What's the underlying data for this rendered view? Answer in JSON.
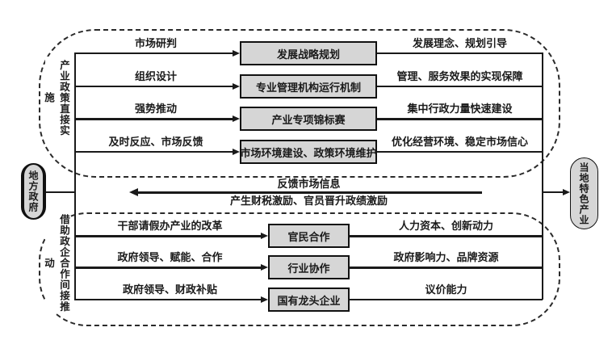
{
  "left_node": {
    "label": "地方政府"
  },
  "right_node": {
    "label": "当地特色产业"
  },
  "top_group": {
    "side_label": "产业政策直接实施",
    "rows": [
      {
        "action": "市场研判",
        "mechanism": "发展战略规划",
        "outcome": "发展理念、规划引导"
      },
      {
        "action": "组织设计",
        "mechanism": "专业管理机构运行机制",
        "outcome": "管理、服务效果的实现保障"
      },
      {
        "action": "强势推动",
        "mechanism": "产业专项锦标赛",
        "outcome": "集中行政力量快速建设"
      },
      {
        "action": "及时反应、市场反馈",
        "mechanism": "市场环境建设、政策环境维护",
        "outcome": "优化经营环境、稳定市场信心"
      }
    ]
  },
  "feedback": {
    "top_label": "反馈市场信息",
    "bottom_label": "产生财税激励、官员晋升政绩激励"
  },
  "bottom_group": {
    "side_label": "借助政企合作间接推动",
    "rows": [
      {
        "action": "干部请假办产业的改革",
        "mechanism": "官民合作",
        "outcome": "人力资本、创新动力"
      },
      {
        "action": "政府领导、赋能、合作",
        "mechanism": "行业协作",
        "outcome": "政府影响力、品牌资源"
      },
      {
        "action": "政府领导、财政补贴",
        "mechanism": "国有龙头企业",
        "outcome": "议价能力"
      }
    ]
  },
  "colors": {
    "node_fill": "#d6d6d6",
    "line": "#1a1a1a",
    "background": "#ffffff"
  }
}
